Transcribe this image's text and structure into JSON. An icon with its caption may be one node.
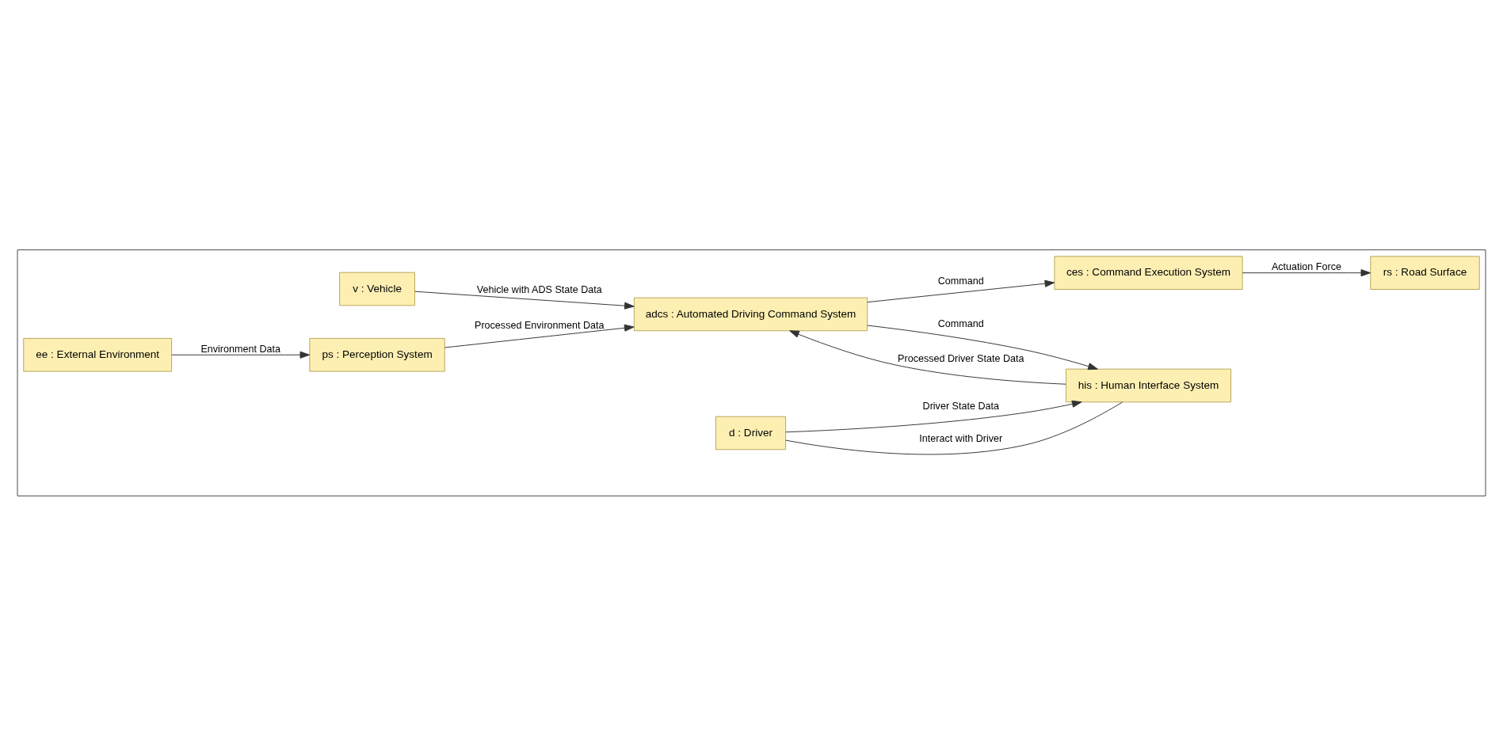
{
  "diagram": {
    "nodes": [
      {
        "text": [],
        "shape": "box"
      },
      {
        "text": [
          "v : Vehicle"
        ],
        "in": 0
      },
      {
        "text": [
          "ee : External Environment"
        ],
        "in": 0
      },
      {
        "text": [
          "d : Driver"
        ],
        "in": 0
      },
      {
        "text": [
          "ps : Perception System"
        ],
        "in": 0
      },
      {
        "text": [
          "adcs : Automated Driving Command System"
        ],
        "in": 0
      },
      {
        "text": [
          "his : Human Interface System"
        ],
        "in": 0
      },
      {
        "text": [
          "ces : Command Execution System"
        ],
        "in": 0
      },
      {
        "text": [
          "rs : Road Surface"
        ],
        "in": 0
      }
    ],
    "edges": [
      {
        "from": 1,
        "to": 5,
        "arrow": "to",
        "label": "Vehicle with ADS State Data"
      },
      {
        "from": 2,
        "to": 4,
        "arrow": "to",
        "label": "Environment Data"
      },
      {
        "from": 4,
        "to": 5,
        "arrow": "to",
        "label": "Processed Environment Data"
      },
      {
        "from": 6,
        "to": 5,
        "arrow": "to",
        "label": "Processed Driver State Data"
      },
      {
        "from": 5,
        "to": 6,
        "arrow": "to",
        "label": "Command"
      },
      {
        "from": 5,
        "to": 7,
        "arrow": "to",
        "label": "Command"
      },
      {
        "from": 3,
        "to": 6,
        "arrow": "to",
        "label": "Driver State Data"
      },
      {
        "from": 3,
        "to": 6,
        "arrow": "none",
        "label": "Interact with Driver"
      },
      {
        "from": 7,
        "to": 8,
        "arrow": "to",
        "label": "Actuation Force"
      }
    ]
  }
}
